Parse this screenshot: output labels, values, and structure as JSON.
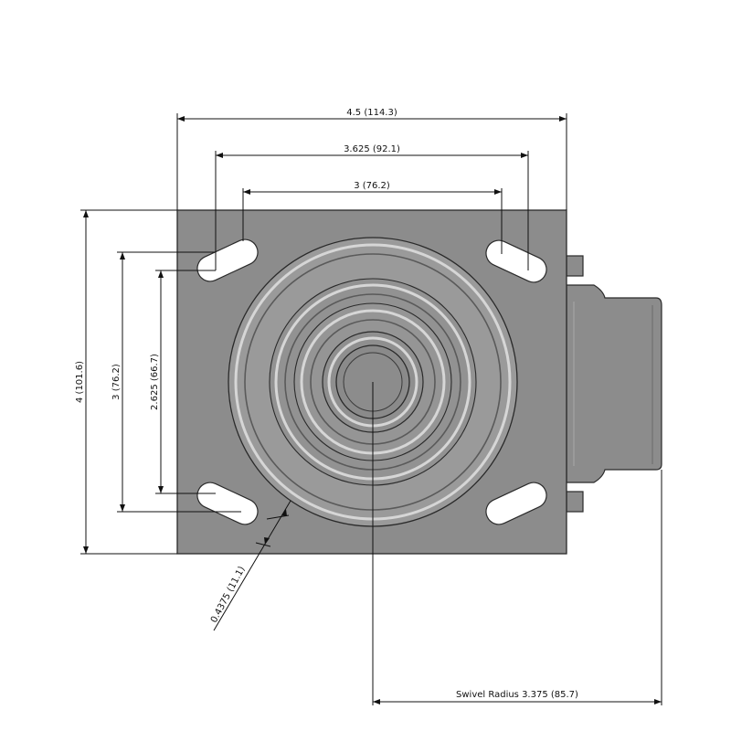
{
  "drawing": {
    "colors": {
      "plate": "#8c8c8c",
      "plate_stroke": "#2a2a2a",
      "slot": "#ffffff",
      "line": "#111111",
      "highlight": "#e0e0e0",
      "shadow": "#5a5a5a"
    },
    "dimensions": {
      "overall_width": "4.5 (114.3)",
      "bolt_outer_width": "3.625 (92.1)",
      "bolt_inner_width": "3 (76.2)",
      "overall_height": "4 (101.6)",
      "bolt_outer_height": "3 (76.2)",
      "bolt_inner_height": "2.625 (66.7)",
      "slot_width": "0.4375 (11.1)",
      "swivel_radius": "Swivel Radius 3.375 (85.7)"
    }
  }
}
